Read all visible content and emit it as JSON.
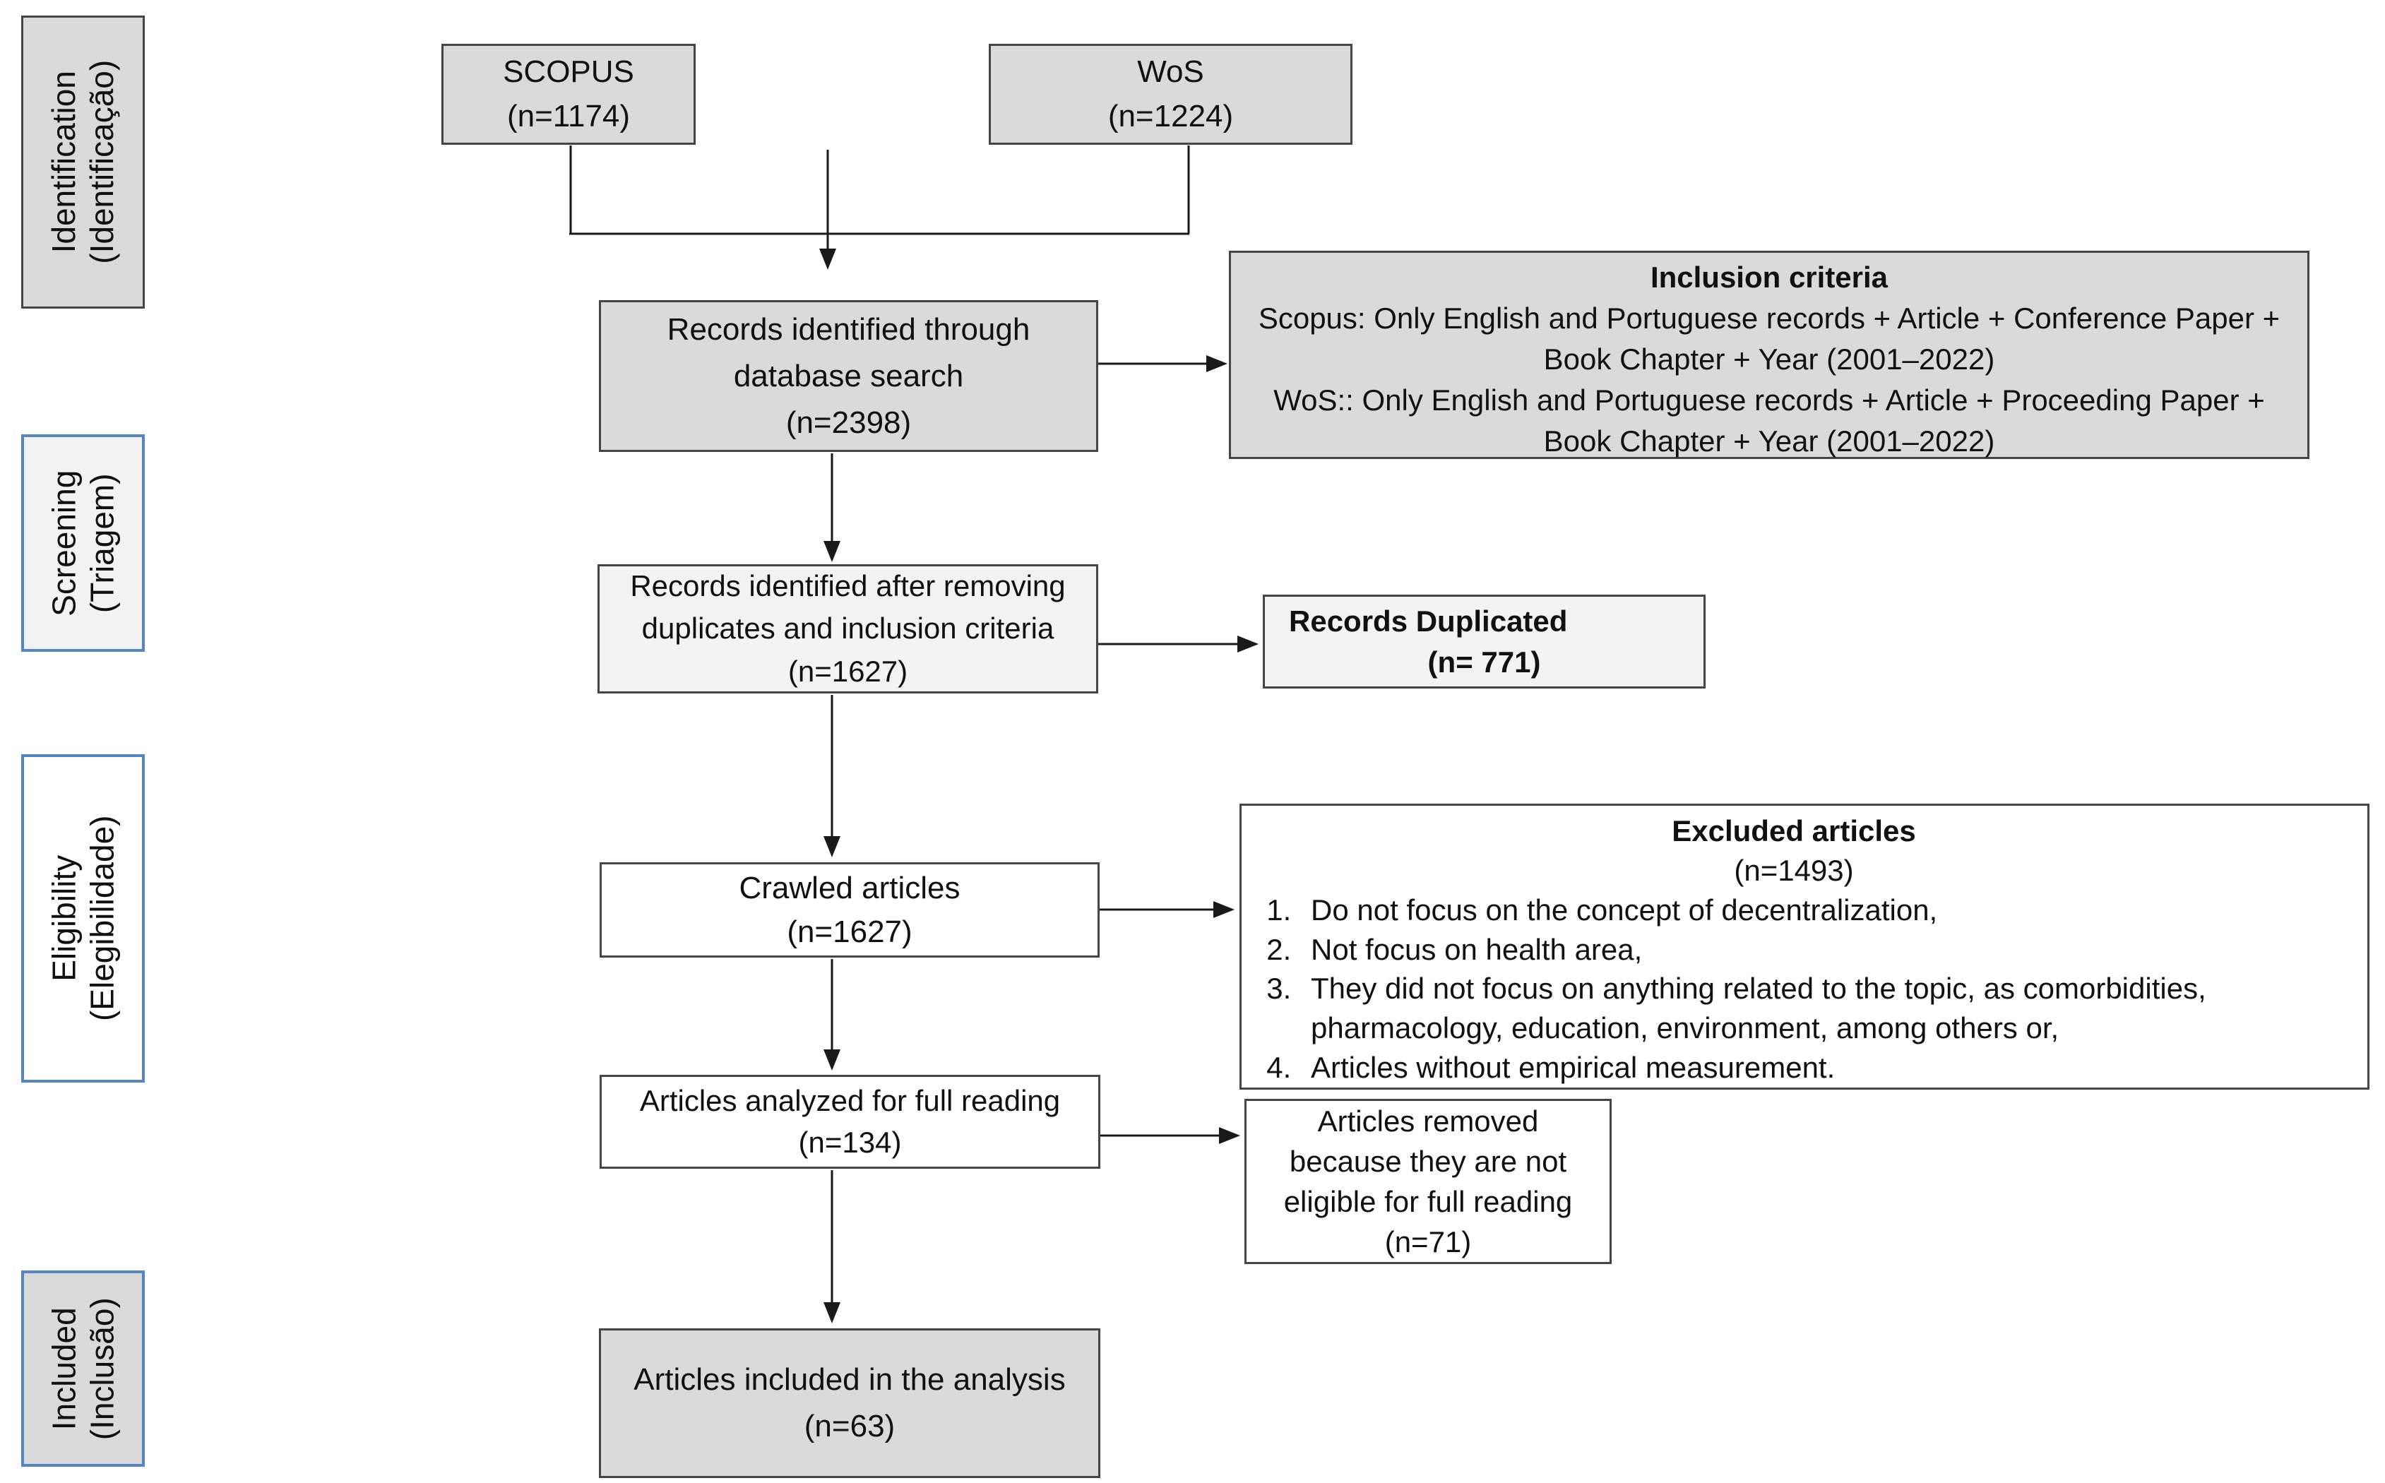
{
  "colors": {
    "box_gray": "#d9d9d9",
    "box_light": "#f2f2f2",
    "box_white": "#ffffff",
    "border_dark": "#454545",
    "border_blue": "#5585c5",
    "line_black": "#1a1a1a"
  },
  "sidebar": {
    "stages": [
      {
        "label_en": "Identification",
        "label_pt": "(Identificação)"
      },
      {
        "label_en": "Screening",
        "label_pt": "(Triagem)"
      },
      {
        "label_en": "Eligibility",
        "label_pt": "(Elegibilidade)"
      },
      {
        "label_en": "Included",
        "label_pt": "(Inclusão)"
      }
    ]
  },
  "flow": {
    "scopus": {
      "label": "SCOPUS",
      "count": "(n=1174)"
    },
    "wos": {
      "label": "WoS",
      "count": "(n=1224)"
    },
    "records_identified": {
      "line1": "Records identified through",
      "line2": "database search",
      "count": "(n=2398)"
    },
    "inclusion_criteria": {
      "title": "Inclusion criteria",
      "scopus_line": "Scopus: Only English and Portuguese records + Article + Conference Paper + Book Chapter + Year (2001–2022)",
      "wos_line": "WoS:: Only English and Portuguese records + Article + Proceeding Paper + Book Chapter + Year (2001–2022)"
    },
    "records_after_removing": {
      "line1": "Records identified after removing",
      "line2": "duplicates and inclusion criteria",
      "count": "(n=1627)"
    },
    "records_duplicated": {
      "label": "Records Duplicated",
      "count": "(n= 771)"
    },
    "crawled": {
      "label": "Crawled articles",
      "count": "(n=1627)"
    },
    "excluded": {
      "title": "Excluded articles",
      "count": "(n=1493)",
      "items": [
        "Do not focus on the concept of decentralization,",
        "Not focus on health area,",
        "They did not focus on anything related to the topic, as comorbidities, pharmacology, education, environment, among others or,",
        "Articles without empirical measurement."
      ]
    },
    "analyzed": {
      "label": "Articles analyzed for full reading",
      "count": "(n=134)"
    },
    "removed": {
      "line1": "Articles removed",
      "line2": "because they are not",
      "line3": "eligible for full reading",
      "count": "(n=71)"
    },
    "included": {
      "label": "Articles included in the analysis",
      "count": "(n=63)"
    }
  }
}
